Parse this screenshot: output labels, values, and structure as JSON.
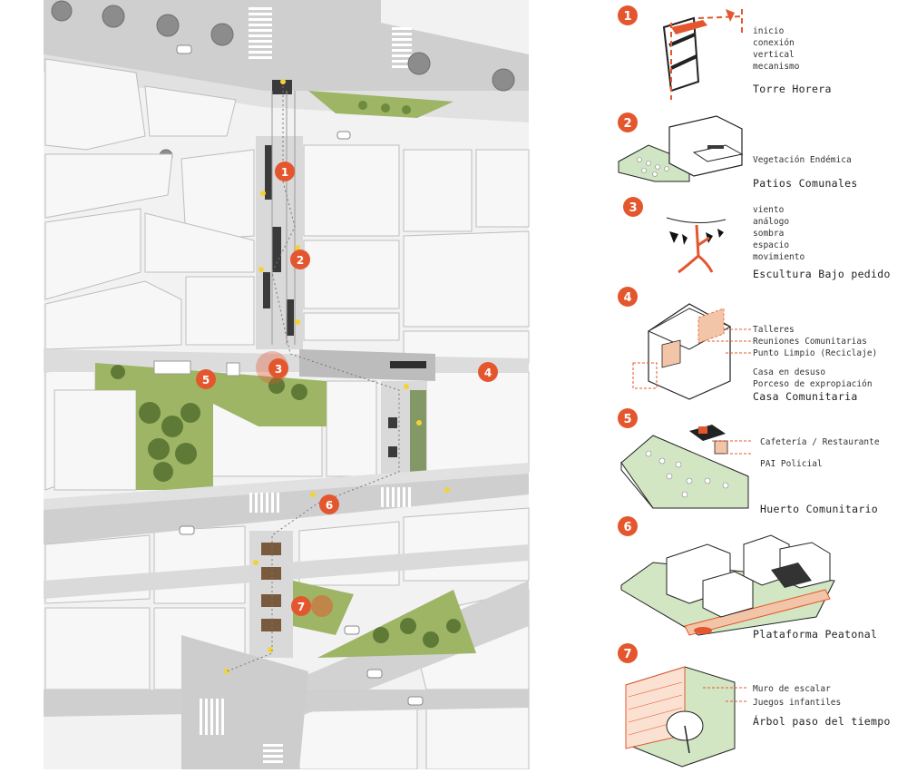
{
  "colors": {
    "accent": "#e4572e",
    "street": "#c9c9c9",
    "block": "#f4f4f4",
    "green": "#9db565",
    "dark_green": "#5f7a36"
  },
  "map": {
    "markers": [
      {
        "n": "1"
      },
      {
        "n": "2"
      },
      {
        "n": "3"
      },
      {
        "n": "4"
      },
      {
        "n": "5"
      },
      {
        "n": "6"
      },
      {
        "n": "7"
      }
    ]
  },
  "legend": {
    "items": [
      {
        "n": "1",
        "lines": [
          "inicio",
          "conexión",
          "vertical",
          "mecanismo"
        ],
        "title": "Torre Horera"
      },
      {
        "n": "2",
        "lines": [
          "Vegetación Endémica"
        ],
        "title": "Patios Comunales"
      },
      {
        "n": "3",
        "lines": [
          "viento",
          "análogo",
          "sombra",
          "espacio",
          "movimiento"
        ],
        "title": "Escultura Bajo pedido"
      },
      {
        "n": "4",
        "lines": [
          "Talleres",
          "Reuniones Comunitarias",
          "Punto Limpio (Reciclaje)",
          "Casa en desuso",
          "Porceso de expropiación"
        ],
        "title": "Casa Comunitaria"
      },
      {
        "n": "5",
        "lines": [
          "Cafetería / Restaurante",
          "PAI Policial"
        ],
        "title": "Huerto Comunitario"
      },
      {
        "n": "6",
        "lines": [],
        "title": "Plataforma Peatonal"
      },
      {
        "n": "7",
        "lines": [
          "Muro de escalar",
          "Juegos infantiles"
        ],
        "title": "Árbol paso del tiempo"
      }
    ]
  }
}
